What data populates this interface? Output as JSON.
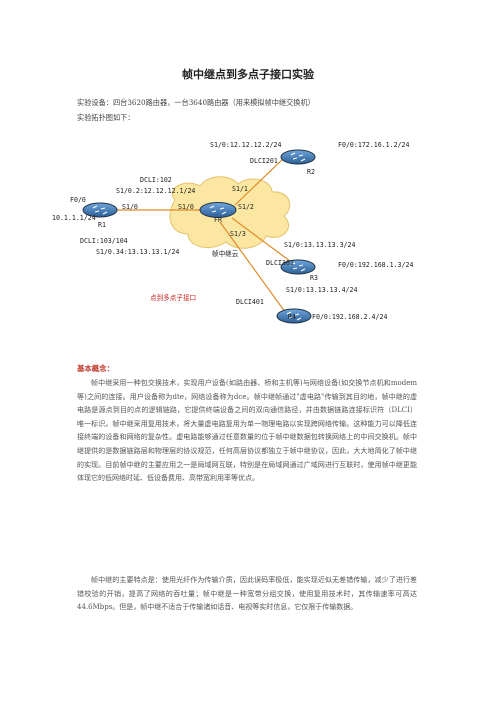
{
  "doc": {
    "title": "帧中继点到多点子接口实验",
    "equipment": "实验设备：四台3620路由器，一台3640路由器（用来模拟帧中继交换机）",
    "topology_label": "实验拓扑图如下："
  },
  "diagram": {
    "r2": {
      "name": "R2",
      "s10": "S1/0:12.12.12.2/24",
      "dlci": "DLCI201",
      "f00": "F0/0:172.16.1.2/24"
    },
    "r1": {
      "name": "R1",
      "dlci102": "DCLI:102",
      "s102": "S1/0.2:12.12.12.1/24",
      "f00": "F0/0",
      "ip": "10.1.1.1/24",
      "s10": "S1/0",
      "dlci103": "DCLI:103/104",
      "s1034": "S1/0.34:13.13.13.1/24"
    },
    "fr": {
      "name": "FR",
      "s11": "S1/1",
      "s10": "S1/0",
      "s12": "S1/2",
      "s13": "S1/3",
      "cloud": "帧中继云"
    },
    "r3": {
      "name": "R3",
      "s10": "S1/0:13.13.13.3/24",
      "dlci": "DLCI301",
      "f00": "F0/0:192.168.1.3/24"
    },
    "r4": {
      "name": "R4",
      "s10": "S1/0:13.13.13.4/24",
      "dlci": "DLCI401",
      "f00": "F0/0:192.168.2.4/24"
    },
    "caption": "点到多点子接口"
  },
  "body": {
    "section_title": "基本概念：",
    "p1": "帧中继采用一种包交换技术，实现用户设备(如路由器、桥和主机等)与网络设备(如交换节点机和modem等)之间的连接。用户设备称为dte，网络设备称为dce。帧中继帧通过\"虚电路\"传输到其目的地，帧中继的虚电路是源点到目的点的逻辑链路，它提供终端设备之间的双向通信路径，并由数据链路连接标识符（DLCI）唯一标识。帧中继采用复用技术，将大量虚电路复用为单一物理电路以实现跨网络传输。这种能力可以降低连接终端的设备和网络的复杂性。虚电路能够通过任意数量的位于帧中继数据包转换网络上的中间交换机。帧中继提供的是数据链路层和物理层的协议规范，任何高层协议都独立于帧中继协议，因此，大大地简化了帧中继的实现。目前帧中继的主要应用之一是局域网互联，特别是在局域网通过广域网进行互联时，使用帧中继更能体现它的低网络时延、低设备费用、高带宽利用率等优点。",
    "p2": "帧中继的主要特点是：使用光纤作为传输介质，因此误码率极低，能实现近似无差错传输，减少了进行差错校验的开销，提高了网络的吞吐量；帧中继是一种宽带分组交换，使用复用技术时，其传输速率可高达44.6Mbps。但是，帧中继不适合于传输诸如话音、电视等实时信息，它仅限于传输数据。"
  },
  "colors": {
    "router": "#3f7fc0",
    "cloud": "#fbe7a2",
    "link": "#e08a2c",
    "caption": "#d2201c"
  }
}
